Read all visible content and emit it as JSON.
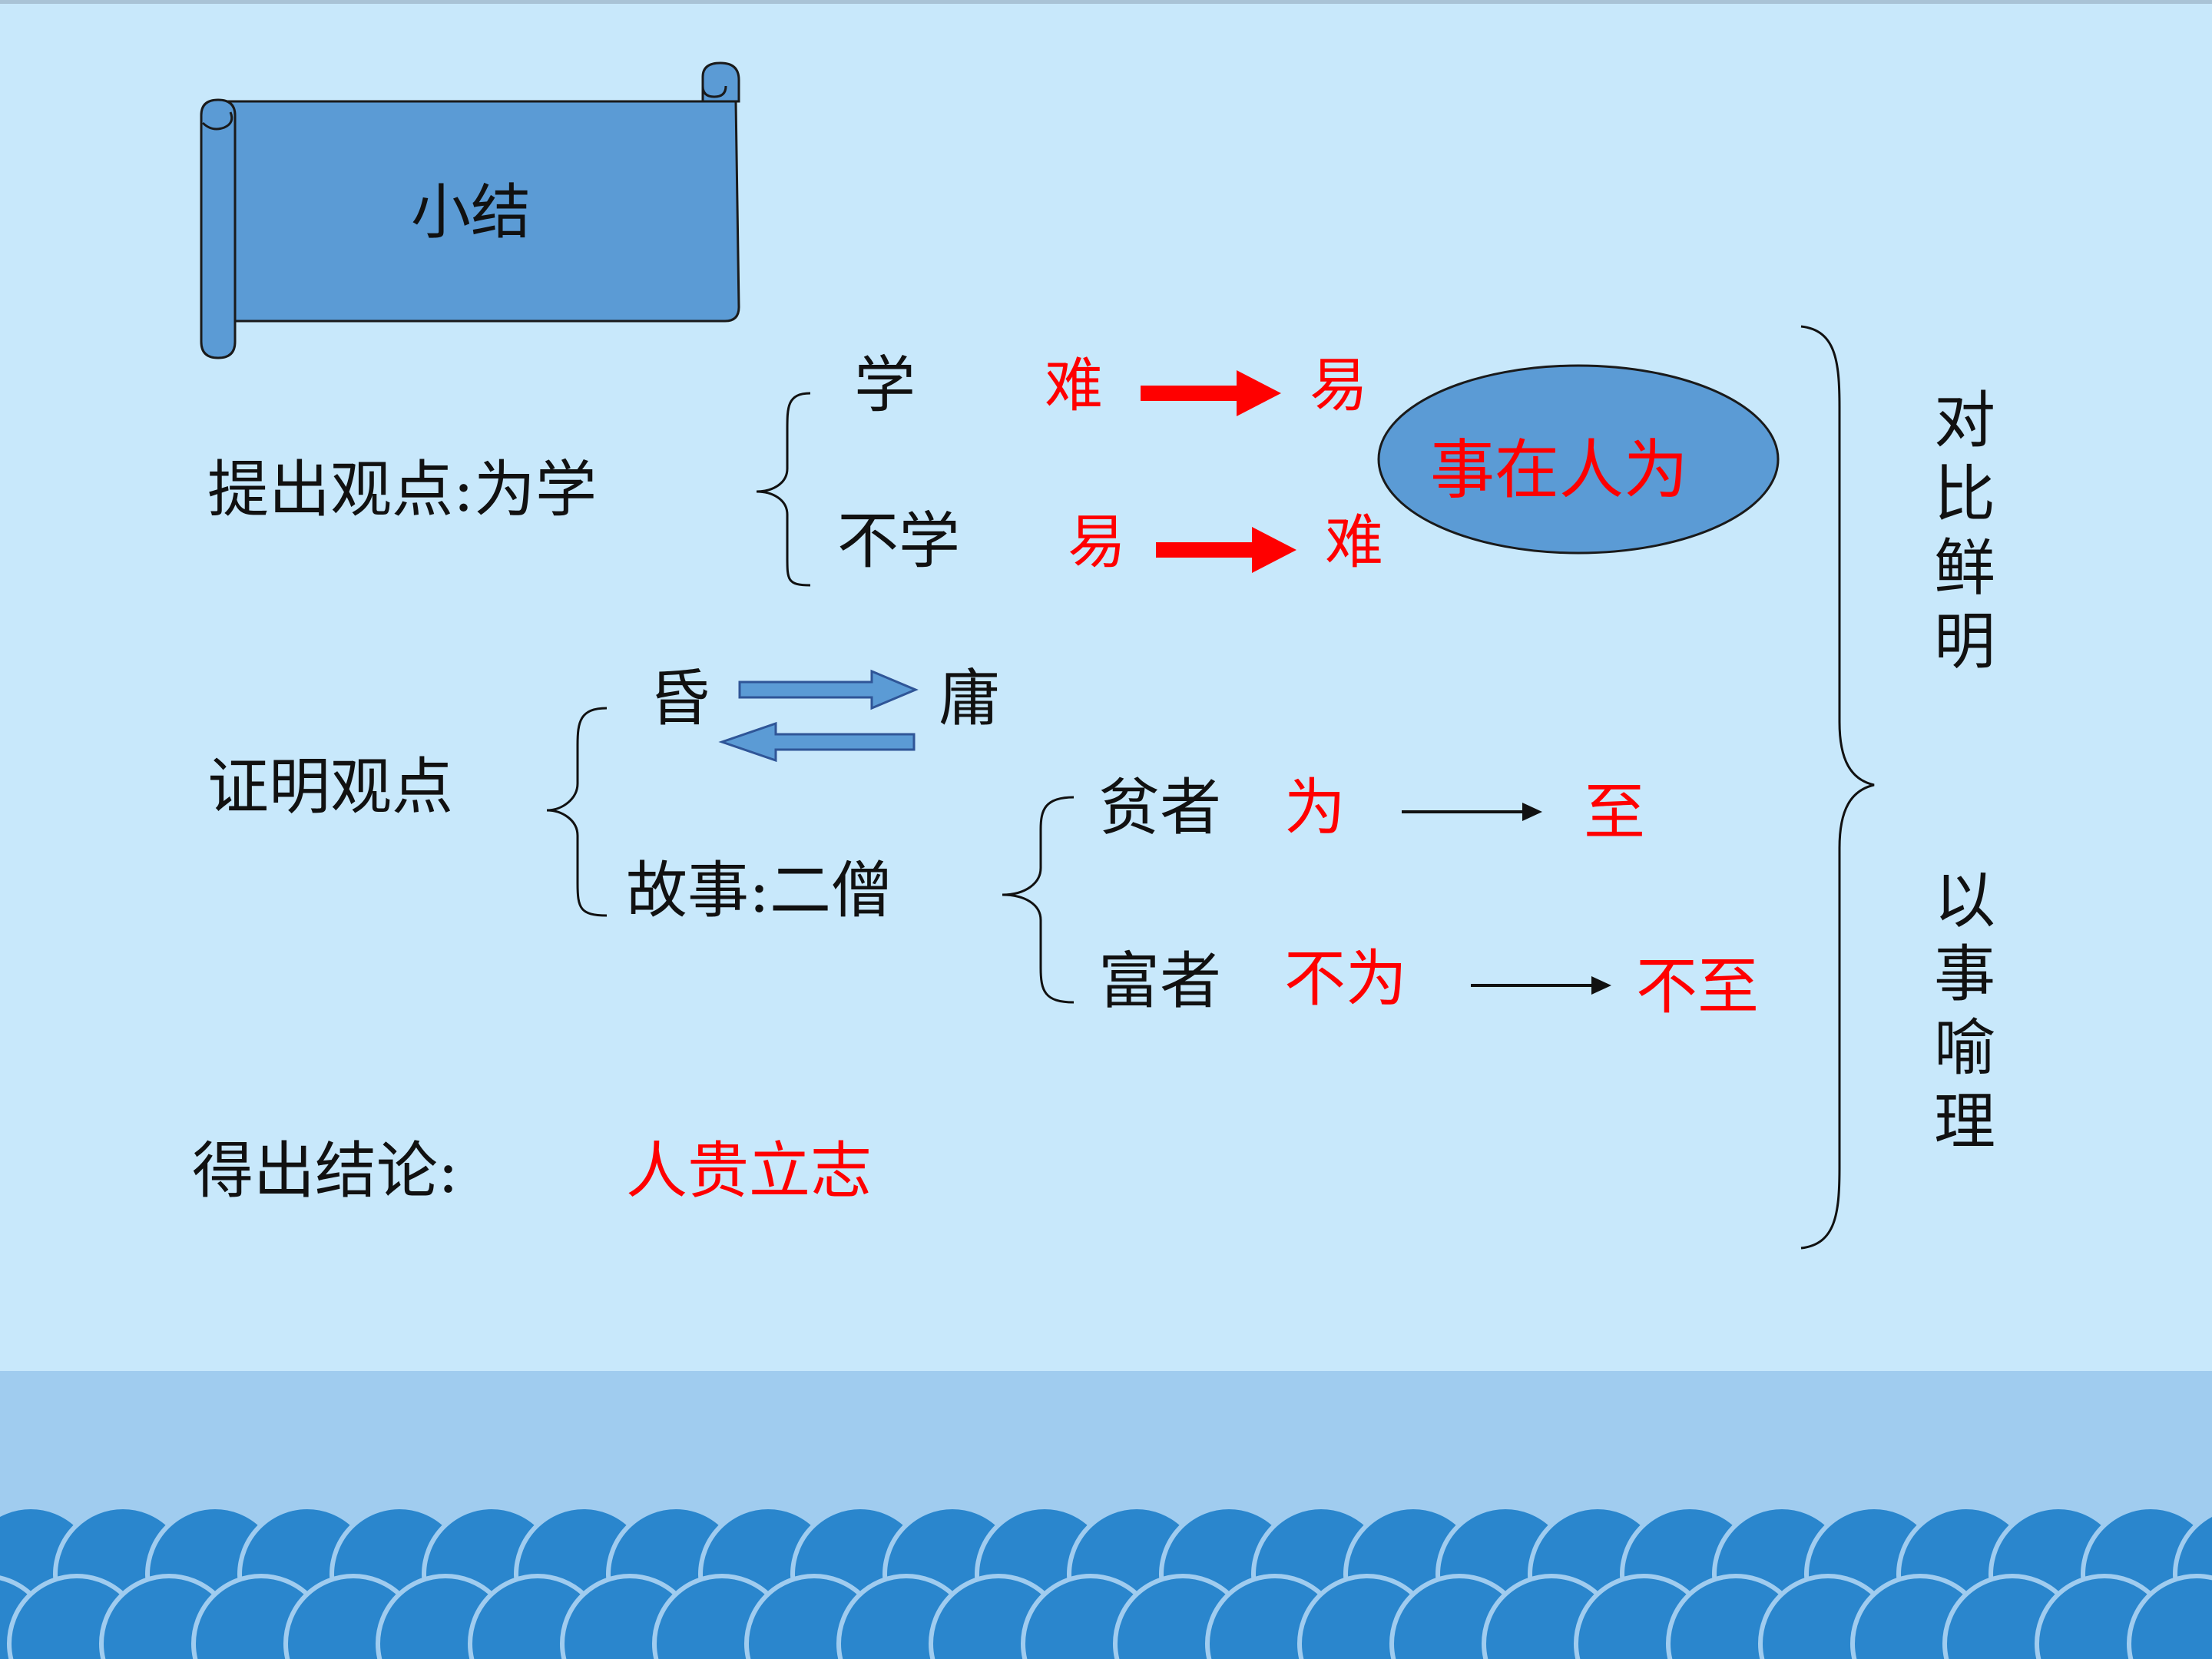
{
  "colors": {
    "background": "#c8e8fb",
    "sea_band": "#a0ccef",
    "wave": "#2a86cd",
    "scroll_fill": "#5b9bd5",
    "red_text": "#ff0000",
    "black_text": "#111111"
  },
  "title": "小结",
  "thesis": {
    "label": "提出观点:为学",
    "branch_learn": {
      "label": "学",
      "from": "难",
      "to": "易"
    },
    "branch_not_learn": {
      "label": "不学",
      "from": "易",
      "to": "难"
    },
    "conclusion_oval": "事在人为"
  },
  "proof": {
    "label": "证明观点",
    "pair": {
      "left": "昏",
      "right": "庸"
    },
    "story": {
      "label": "故事:二僧",
      "poor": {
        "who": "贫者",
        "action": "为",
        "result": "至"
      },
      "rich": {
        "who": "富者",
        "action": "不为",
        "result": "不至"
      }
    }
  },
  "conclusion": {
    "label": "得出结论:",
    "value": "人贵立志"
  },
  "right_notes": {
    "top": "对比鲜明",
    "bottom": "以事喻理"
  }
}
